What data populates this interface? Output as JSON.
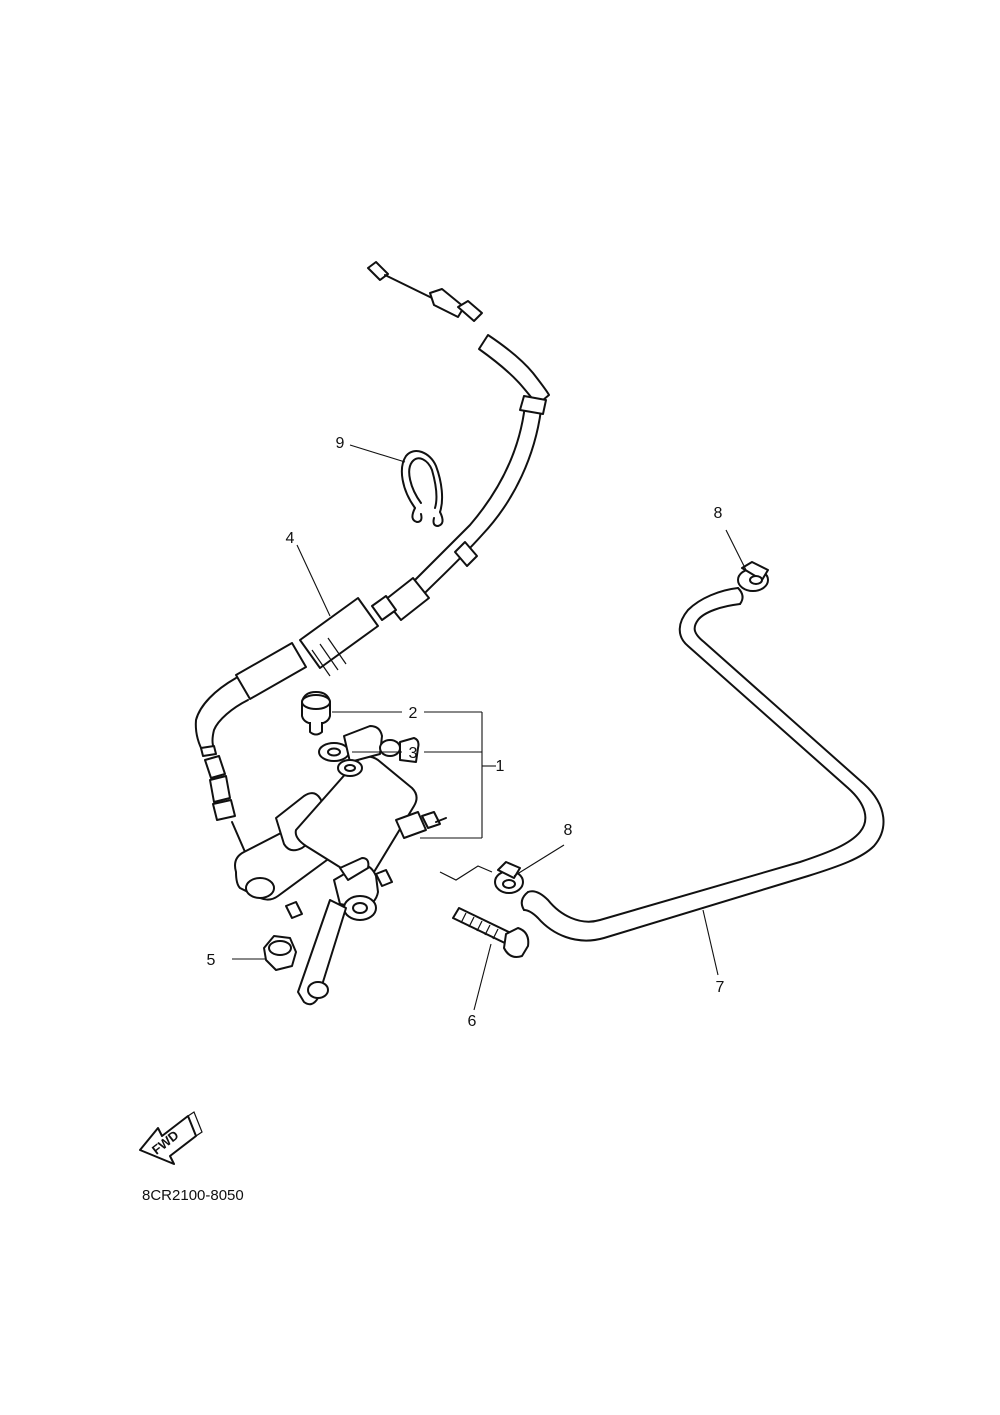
{
  "callouts": {
    "c1": "1",
    "c2": "2",
    "c3": "3",
    "c4": "4",
    "c5": "5",
    "c6": "6",
    "c7": "7",
    "c8a": "8",
    "c8b": "8",
    "c9": "9"
  },
  "fwd_label": "FWD",
  "diagram_code": "8CR2100-8050",
  "icons": [
    "fwd-arrow-icon"
  ]
}
